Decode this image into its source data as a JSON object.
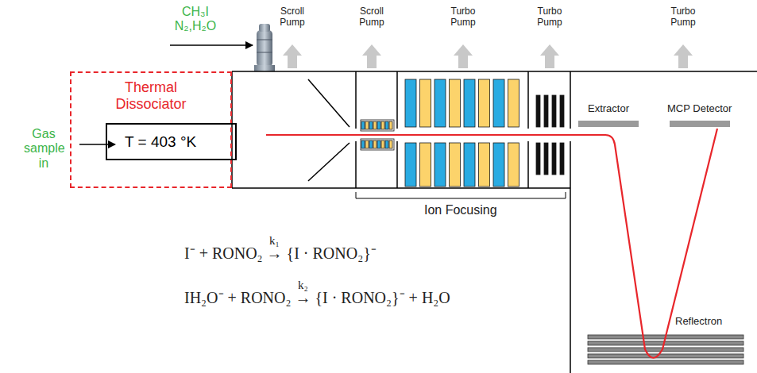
{
  "diagram": {
    "nodes": [
      {
        "text": [
          "Thermal Dissociator"
        ]
      },
      {
        "text": [
          "T = 403 °K"
        ],
        "in": 0
      }
    ],
    "labels": [
      "CH₃I N₂,H₂O",
      "Gas sample in",
      "Scroll Pump",
      "Scroll Pump",
      "Turbo Pump",
      "Turbo Pump",
      "Turbo Pump",
      "Ion Focusing",
      "Extractor",
      "MCP Detector",
      "k₁",
      "I⁻ + RONO₂ → {I · RONO₂}⁻",
      "k₂",
      "IH₂O⁻ + RONO₂ → {I · RONO₂}⁻ + H₂O",
      "Reflectron"
    ]
  }
}
